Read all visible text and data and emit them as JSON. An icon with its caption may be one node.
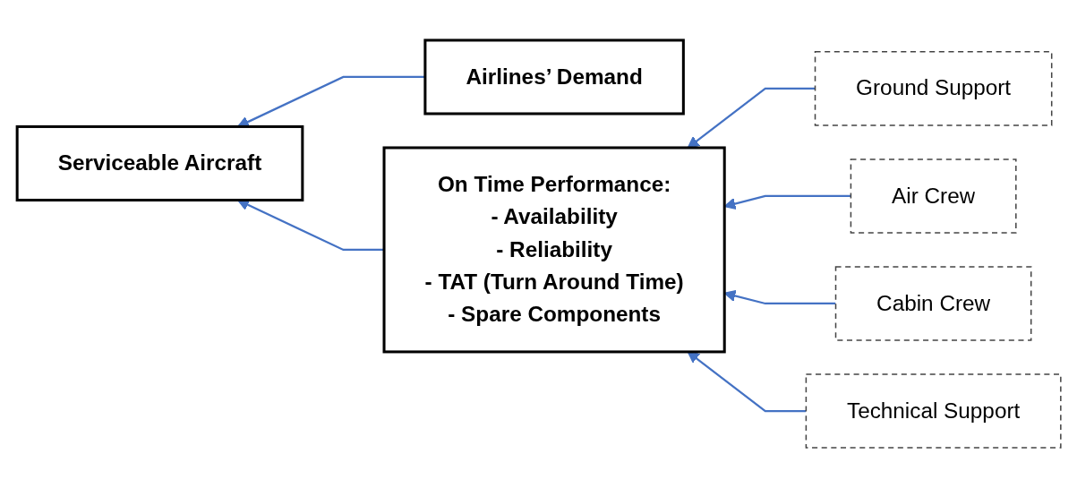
{
  "diagram": {
    "nodes": [
      {
        "text": [
          "Airlines’ Demand"
        ]
      },
      {
        "text": [
          "Serviceable Aircraft"
        ]
      },
      {
        "text": [
          "On Time Performance:",
          "- Availability",
          "- Reliability",
          "- TAT (Turn Around Time)",
          "- Spare Components"
        ]
      },
      {
        "text": [
          "Ground Support"
        ]
      },
      {
        "text": [
          "Air Crew"
        ]
      },
      {
        "text": [
          "Cabin Crew"
        ]
      },
      {
        "text": [
          "Technical Support"
        ]
      }
    ],
    "edges": [
      {
        "from": 0,
        "to": 1,
        "arrow": "to"
      },
      {
        "from": 2,
        "to": 1,
        "arrow": "to"
      },
      {
        "from": 3,
        "to": 2,
        "arrow": "to"
      },
      {
        "from": 4,
        "to": 2,
        "arrow": "to"
      },
      {
        "from": 5,
        "to": 2,
        "arrow": "to"
      },
      {
        "from": 6,
        "to": 2,
        "arrow": "to"
      }
    ]
  }
}
